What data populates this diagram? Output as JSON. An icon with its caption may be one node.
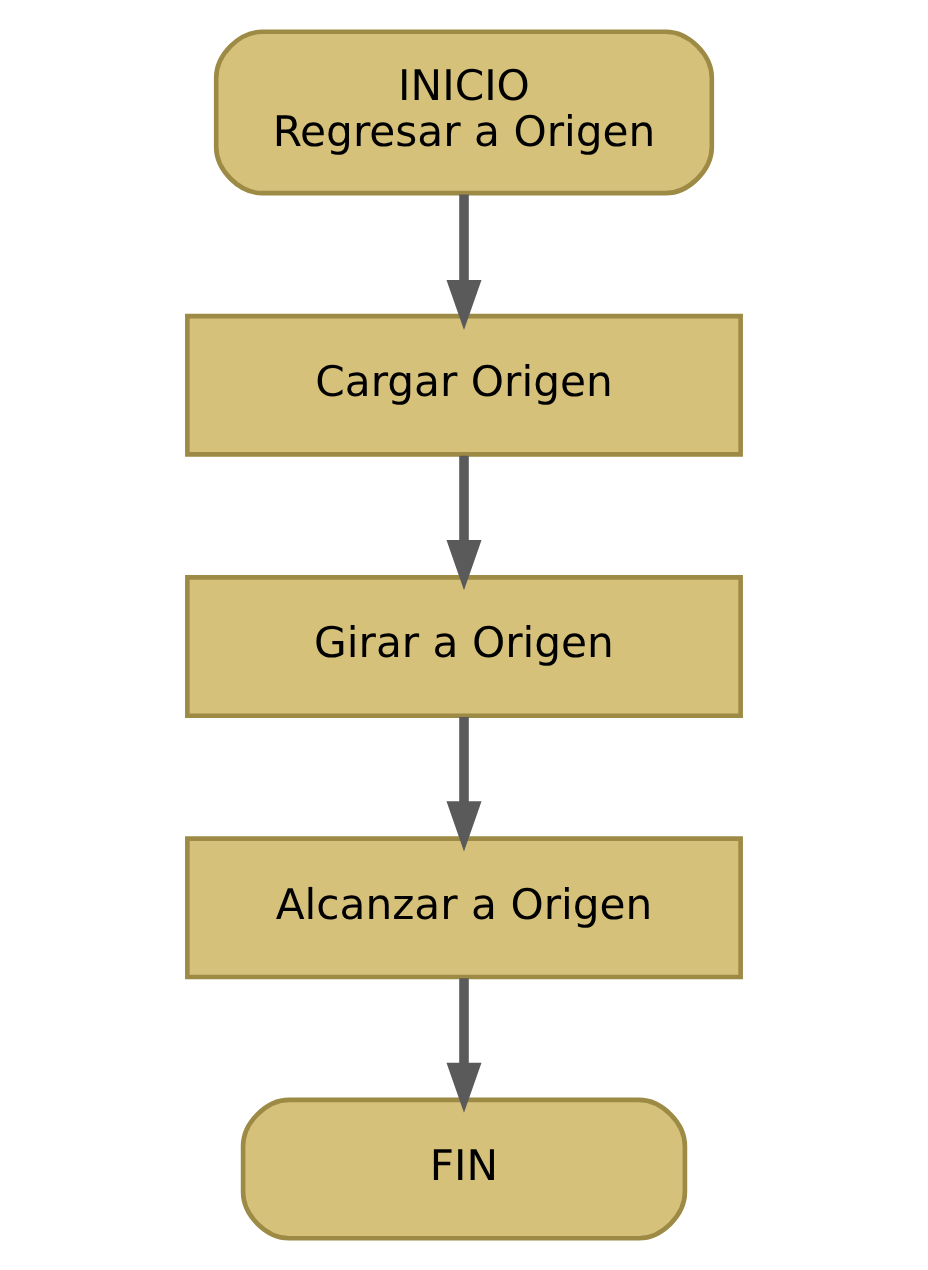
{
  "diagram": {
    "nodes": [
      {
        "text": [
          "INICIO",
          "Regresar a Origen"
        ]
      },
      {
        "text": [
          "Cargar Origen"
        ]
      },
      {
        "text": [
          "Girar a Origen"
        ]
      },
      {
        "text": [
          "Alcanzar a Origen"
        ]
      },
      {
        "text": [
          "FIN"
        ]
      }
    ],
    "edges": [
      {
        "from": 0,
        "to": 1,
        "arrow": "to"
      },
      {
        "from": 1,
        "to": 2,
        "arrow": "to"
      },
      {
        "from": 2,
        "to": 3,
        "arrow": "to"
      },
      {
        "from": 3,
        "to": 4,
        "arrow": "to"
      }
    ]
  }
}
